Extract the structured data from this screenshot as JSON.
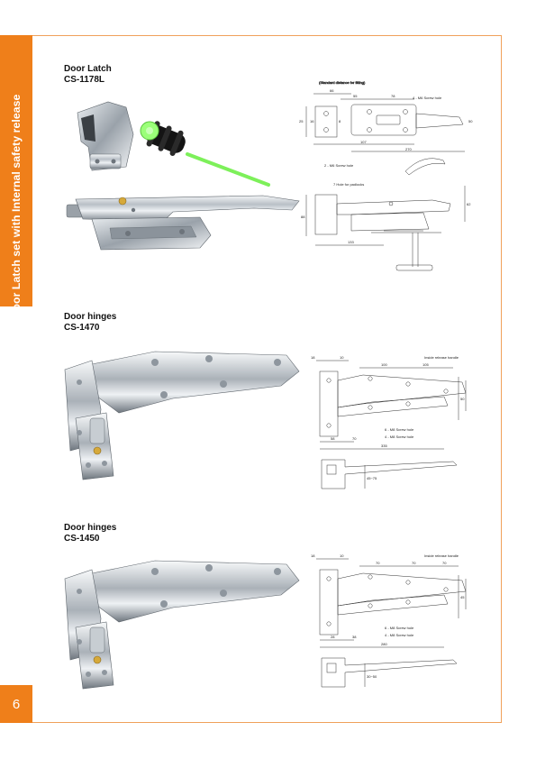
{
  "sidebar": {
    "vertical_title": "Door Latch set with Internal safety release"
  },
  "page_number": "6",
  "products": [
    {
      "name": "Door Latch",
      "code": "CS-1178L",
      "drawing_labels": {
        "note": "(Standard distance for fitting)",
        "d66": "66",
        "d55": "55",
        "d78": "78",
        "d107": "107",
        "d270": "270",
        "d25": "25",
        "d50": "50",
        "d16": "16",
        "d8": "8",
        "h4": "4 - M6 Screw hole",
        "h2": "2 - M6 Screw hole",
        "h7": "7 Hole for padlocks",
        "d88": "88",
        "d62": "62",
        "d133": "133"
      }
    },
    {
      "name": "Door hinges",
      "code": "CS-1470",
      "drawing_labels": {
        "d18": "18",
        "d10": "10",
        "d100": "100",
        "d105": "105",
        "release": "Inside release handle",
        "d50": "50",
        "d58": "58",
        "d70": "70",
        "d335": "335",
        "h6a": "6 - M8 Screw hole",
        "h6b": "4 - M8 Screw hole",
        "dh": "45~75"
      }
    },
    {
      "name": "Door hinges",
      "code": "CS-1450",
      "drawing_labels": {
        "d18": "18",
        "d10": "10",
        "d70a": "70",
        "d70b": "70",
        "d70c": "70",
        "release": "Inside release handle",
        "d45": "45",
        "d28": "28",
        "d38": "38",
        "d280": "280",
        "h6a": "6 - M8 Screw hole",
        "h6b": "4 - M8 Screw hole",
        "dh": "30~50"
      }
    }
  ]
}
